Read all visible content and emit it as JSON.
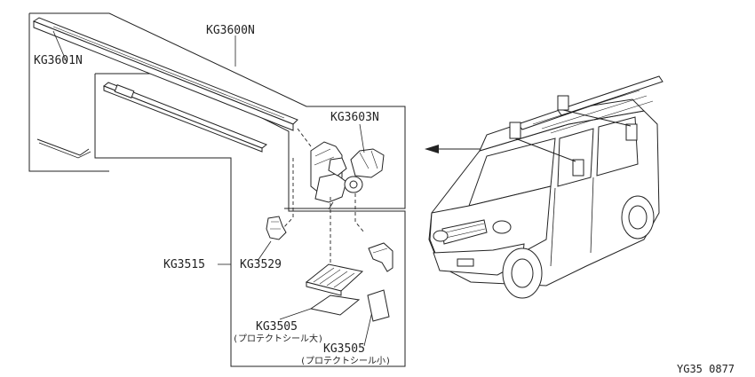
{
  "labels": {
    "kg3600n": "KG3600N",
    "kg3601n": "KG3601N",
    "kg3603n": "KG3603N",
    "kg3515": "KG3515",
    "kg3529": "KG3529",
    "kg3505_a": "KG3505",
    "kg3505_a_note": "(プロテクトシール大)",
    "kg3505_b": "KG3505",
    "kg3505_b_note": "(プロテクトシール小)",
    "code": "YG35 0877"
  }
}
